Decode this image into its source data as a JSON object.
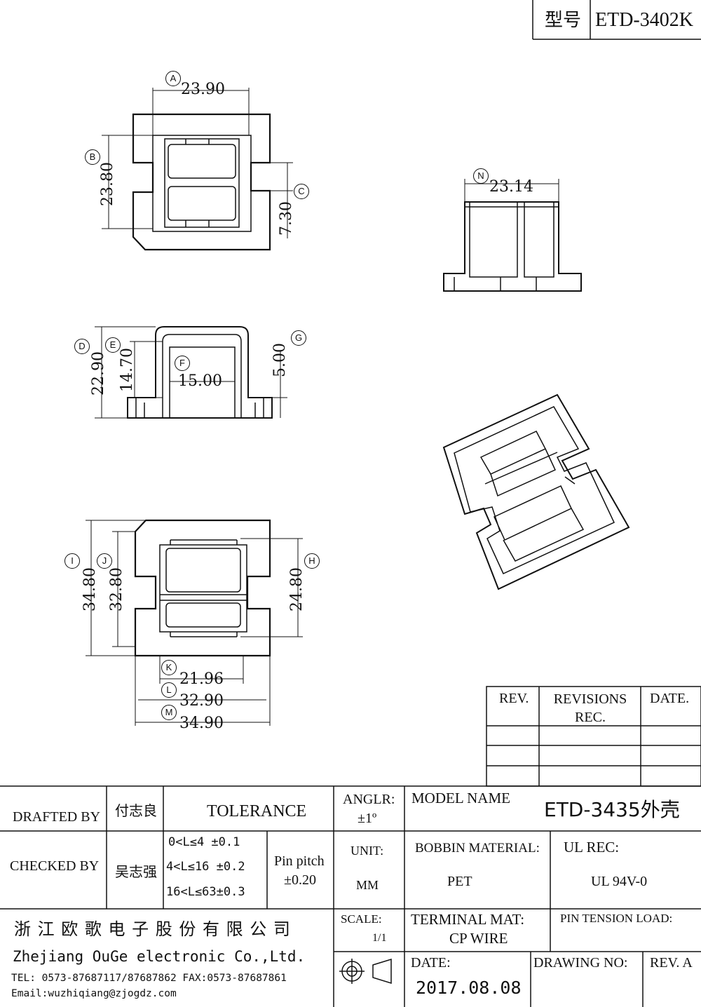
{
  "header": {
    "model_label": "型号",
    "model_no": "ETD-3402K"
  },
  "dims": {
    "a": "23.90",
    "b": "23.80",
    "c": "7.30",
    "n": "23.14",
    "d": "22.90",
    "e": "14.70",
    "f": "15.00",
    "g": "5.00",
    "i": "34.80",
    "j": "32.80",
    "h": "24.80",
    "k": "21.96",
    "l": "32.90",
    "m": "34.90"
  },
  "markers": [
    "A",
    "B",
    "C",
    "N",
    "D",
    "E",
    "F",
    "G",
    "I",
    "J",
    "H",
    "K",
    "L",
    "M"
  ],
  "revision_table": {
    "headers": [
      "REV.",
      "REVISIONS REC.",
      "DATE."
    ],
    "rows": [
      [
        "",
        "",
        ""
      ],
      [
        "",
        "",
        ""
      ],
      [
        "",
        "",
        ""
      ]
    ]
  },
  "title_block": {
    "drafted_by_label": "DRAFTED BY",
    "drafted_by": "付志良",
    "checked_by_label": "CHECKED BY",
    "checked_by": "吴志强",
    "tolerance_label": "TOLERANCE",
    "tol_1": "0<L≤4  ±0.1",
    "tol_2": "4<L≤16  ±0.2",
    "tol_3": "16<L≤63±0.3",
    "pin_pitch_label": "Pin pitch",
    "pin_pitch_value": "±0.20",
    "angle_label": "ANGLR:",
    "angle_value": "±1º",
    "unit_label": "UNIT:",
    "unit_value": "MM",
    "scale_label": "SCALE:",
    "scale_value": "1/1",
    "model_name_label": "MODEL NAME",
    "model_name": "ETD-3435外壳",
    "bobbin_material_label": "BOBBIN MATERIAL:",
    "bobbin_material": "PET",
    "ul_rec_label": "UL REC:",
    "ul_rec": "UL 94V-0",
    "terminal_mat_label": "TERMINAL MAT:",
    "terminal_mat": "CP  WIRE",
    "pin_tension_label": "PIN  TENSION  LOAD:",
    "date_label": "DATE:",
    "date": "2017.08.08",
    "drawing_no_label": "DRAWING NO:",
    "rev_label": "REV. A",
    "company_cn": "浙 江 欧 歌 电 子 股 份 有 限 公 司",
    "company_en": "Zhejiang OuGe electronic Co.,Ltd.",
    "tel": "TEL: 0573-87687117/87687862  FAX:0573-87687861",
    "email": "Email:wuzhiqiang@zjogdz.com"
  }
}
